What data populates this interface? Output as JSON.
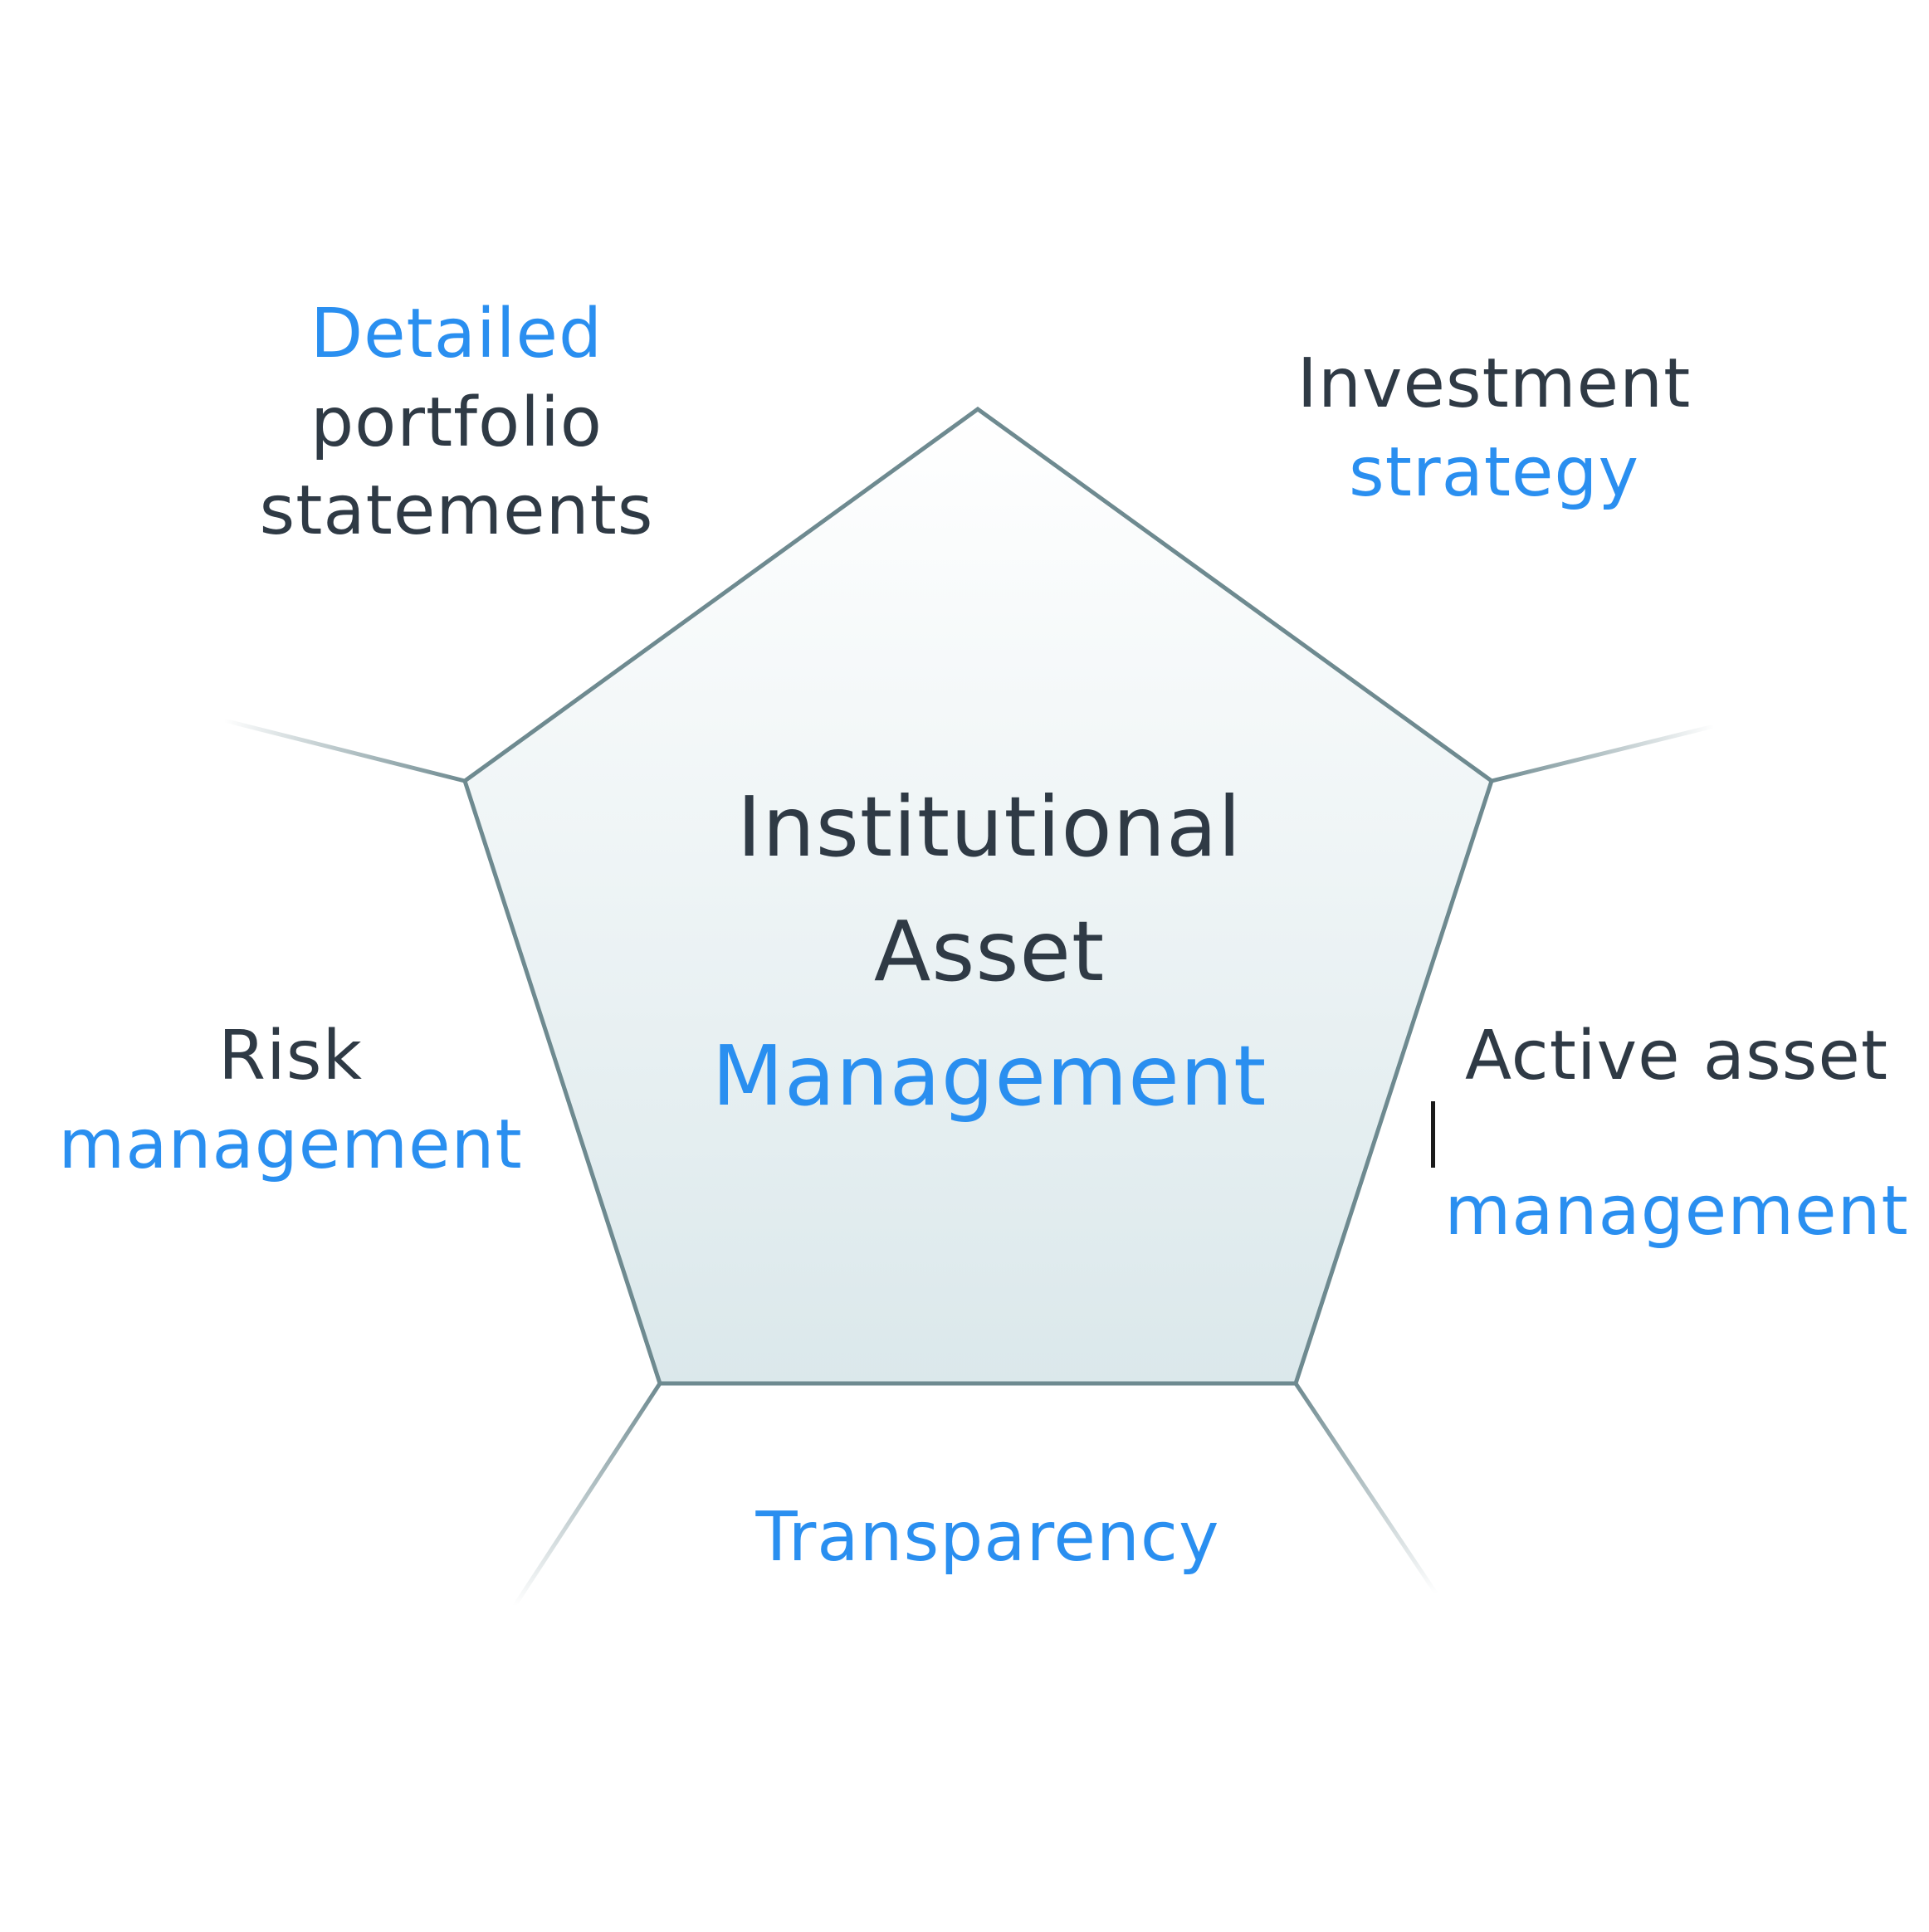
{
  "center": {
    "line1": "Institutional",
    "line2": "Asset",
    "line3": "Management"
  },
  "items": {
    "top_left": {
      "line1": "Detailed",
      "line2": "portfolio",
      "line3": "statements"
    },
    "top_right": {
      "line1": "Investment",
      "line2": "strategy"
    },
    "left": {
      "line1": "Risk",
      "line2": "management"
    },
    "right": {
      "line1": "Active asset",
      "line2": "management"
    },
    "bottom": {
      "line1": "Transparency"
    }
  },
  "colors": {
    "dark_text": "#2f3a45",
    "accent_blue": "#2a8ff0",
    "outline": "#6e8a90",
    "fill_top": "#ffffff",
    "fill_bottom": "#dde9ec"
  }
}
